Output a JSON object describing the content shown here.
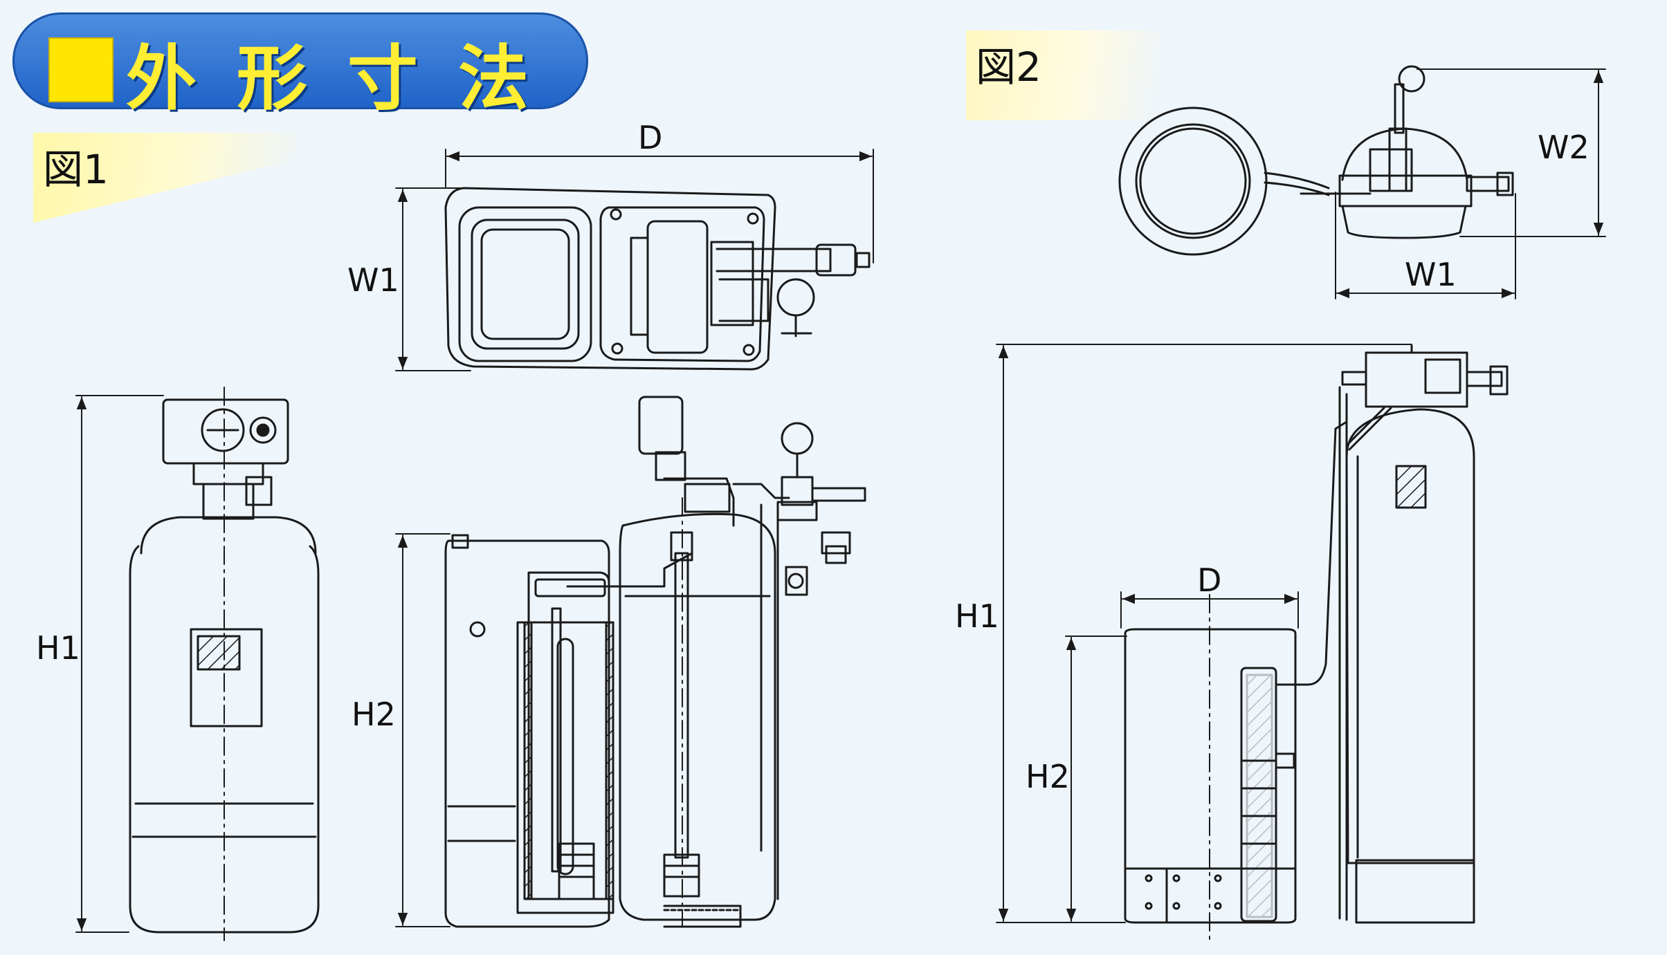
{
  "title": "外形寸法",
  "figure1": {
    "tag": "図1",
    "labels": {
      "d": "D",
      "w1": "W1",
      "h1": "H1",
      "h2": "H2"
    }
  },
  "figure2": {
    "tag": "図2",
    "labels": {
      "w2": "W2",
      "w1": "W1",
      "d": "D",
      "h1": "H1",
      "h2": "H2"
    }
  },
  "colors": {
    "title_bg": "#2a6fd6",
    "title_text": "#ffee33",
    "title_square": "#ffe600",
    "tag_highlight": "#fff7a8",
    "line": "#1a1a1a"
  }
}
